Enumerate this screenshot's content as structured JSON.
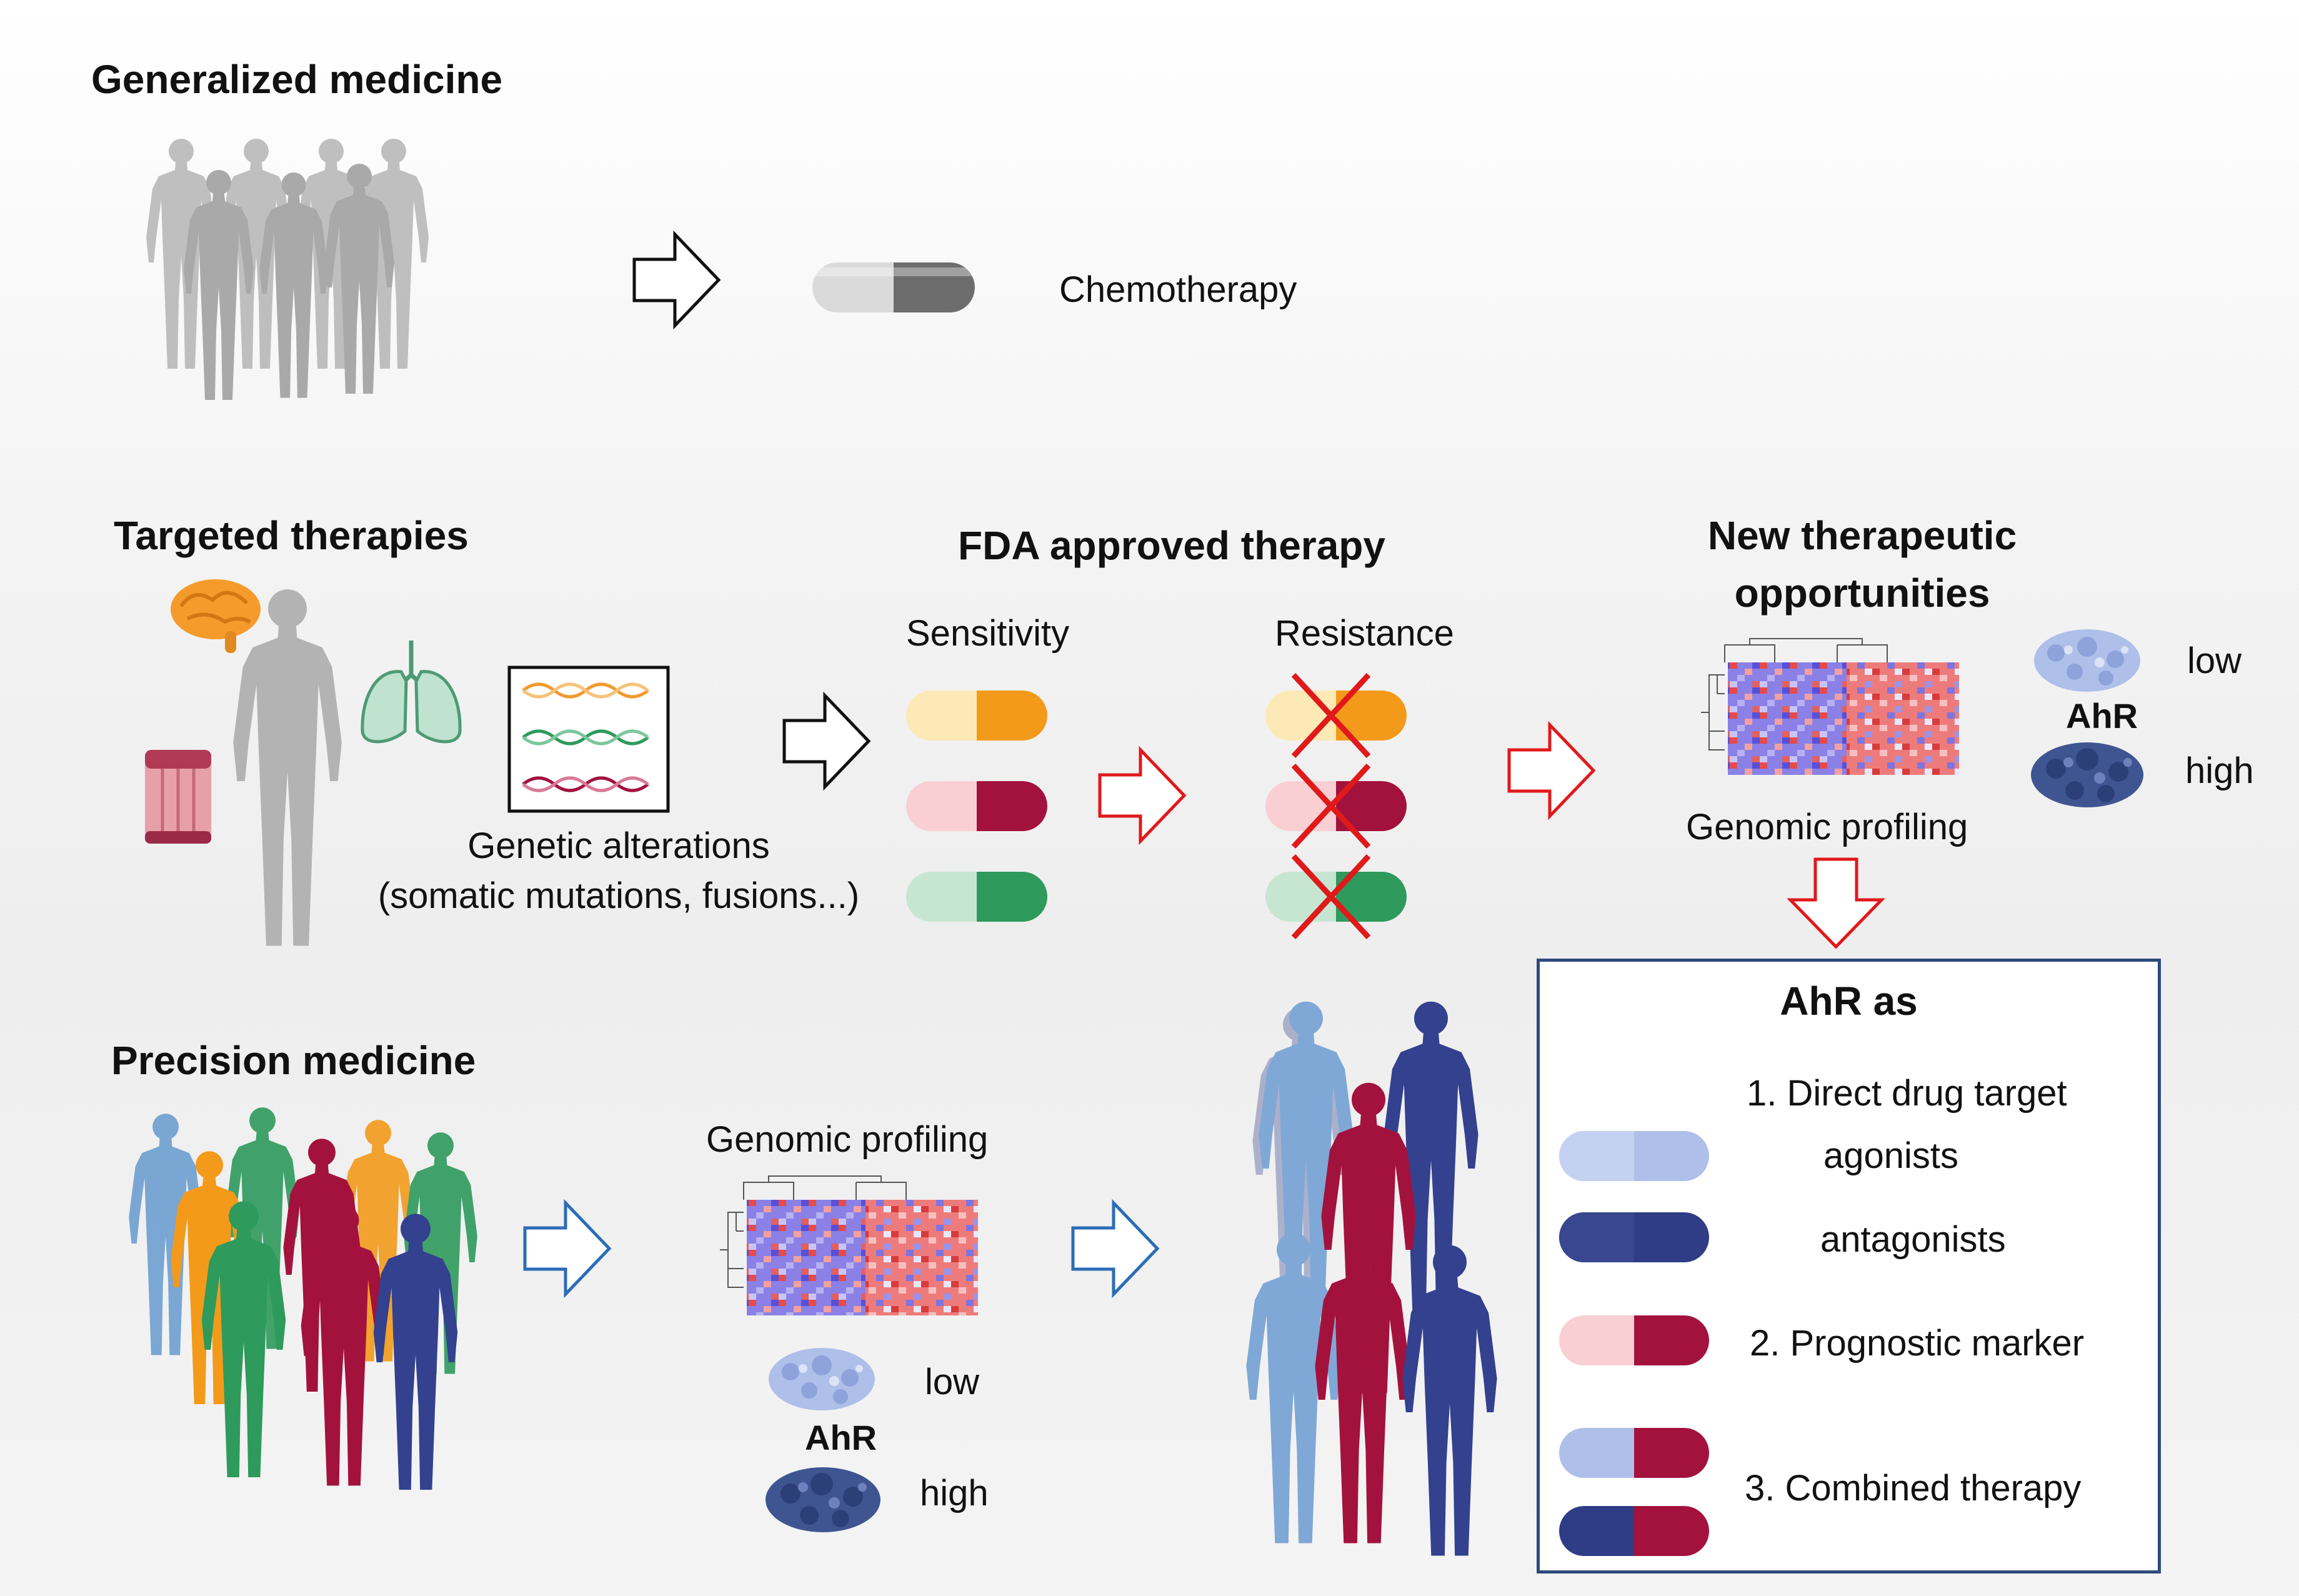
{
  "colors": {
    "chemo_pill": [
      "#d9d9d9",
      "#6b6b6b"
    ],
    "orange_pill": [
      "#fde9b5",
      "#f39a1b"
    ],
    "red_pill": [
      "#f9cfd3",
      "#a3123d"
    ],
    "green_pill": [
      "#c6e6d1",
      "#2e9a5c"
    ],
    "light_blue_pill": "#aebfe9",
    "dark_blue_pill": "#2f3c86",
    "dark_red_pill": "#a3123d",
    "box_border": "#2e4a7d",
    "red_arrow": "#e0191b",
    "blue_arrow": "#2b6db6"
  },
  "generalized": {
    "title": "Generalized medicine",
    "therapy_label": "Chemotherapy",
    "icons": [
      "human-figures-icon",
      "arrow-right-icon",
      "capsule-icon"
    ]
  },
  "targeted": {
    "title": "Targeted therapies",
    "genetic_label_line1": "Genetic alterations",
    "genetic_label_line2": "(somatic mutations, fusions...)",
    "icons": [
      "brain-icon",
      "lungs-icon",
      "muscle-icon",
      "dna-icon"
    ]
  },
  "fda": {
    "title": "FDA approved therapy",
    "sensitivity_label": "Sensitivity",
    "resistance_label": "Resistance"
  },
  "new_opportunities": {
    "title_line1": "New therapeutic",
    "title_line2": "opportunities",
    "genomic_label": "Genomic profiling",
    "ahr_label": "AhR",
    "low_label": "low",
    "high_label": "high"
  },
  "precision": {
    "title": "Precision medicine",
    "genomic_label": "Genomic profiling",
    "ahr_label": "AhR",
    "low_label": "low",
    "high_label": "high"
  },
  "ahr_box": {
    "title": "AhR as",
    "item1": "1. Direct drug target",
    "agonists": "agonists",
    "antagonists": "antagonists",
    "item2": "2. Prognostic marker",
    "item3": "3. Combined therapy"
  }
}
